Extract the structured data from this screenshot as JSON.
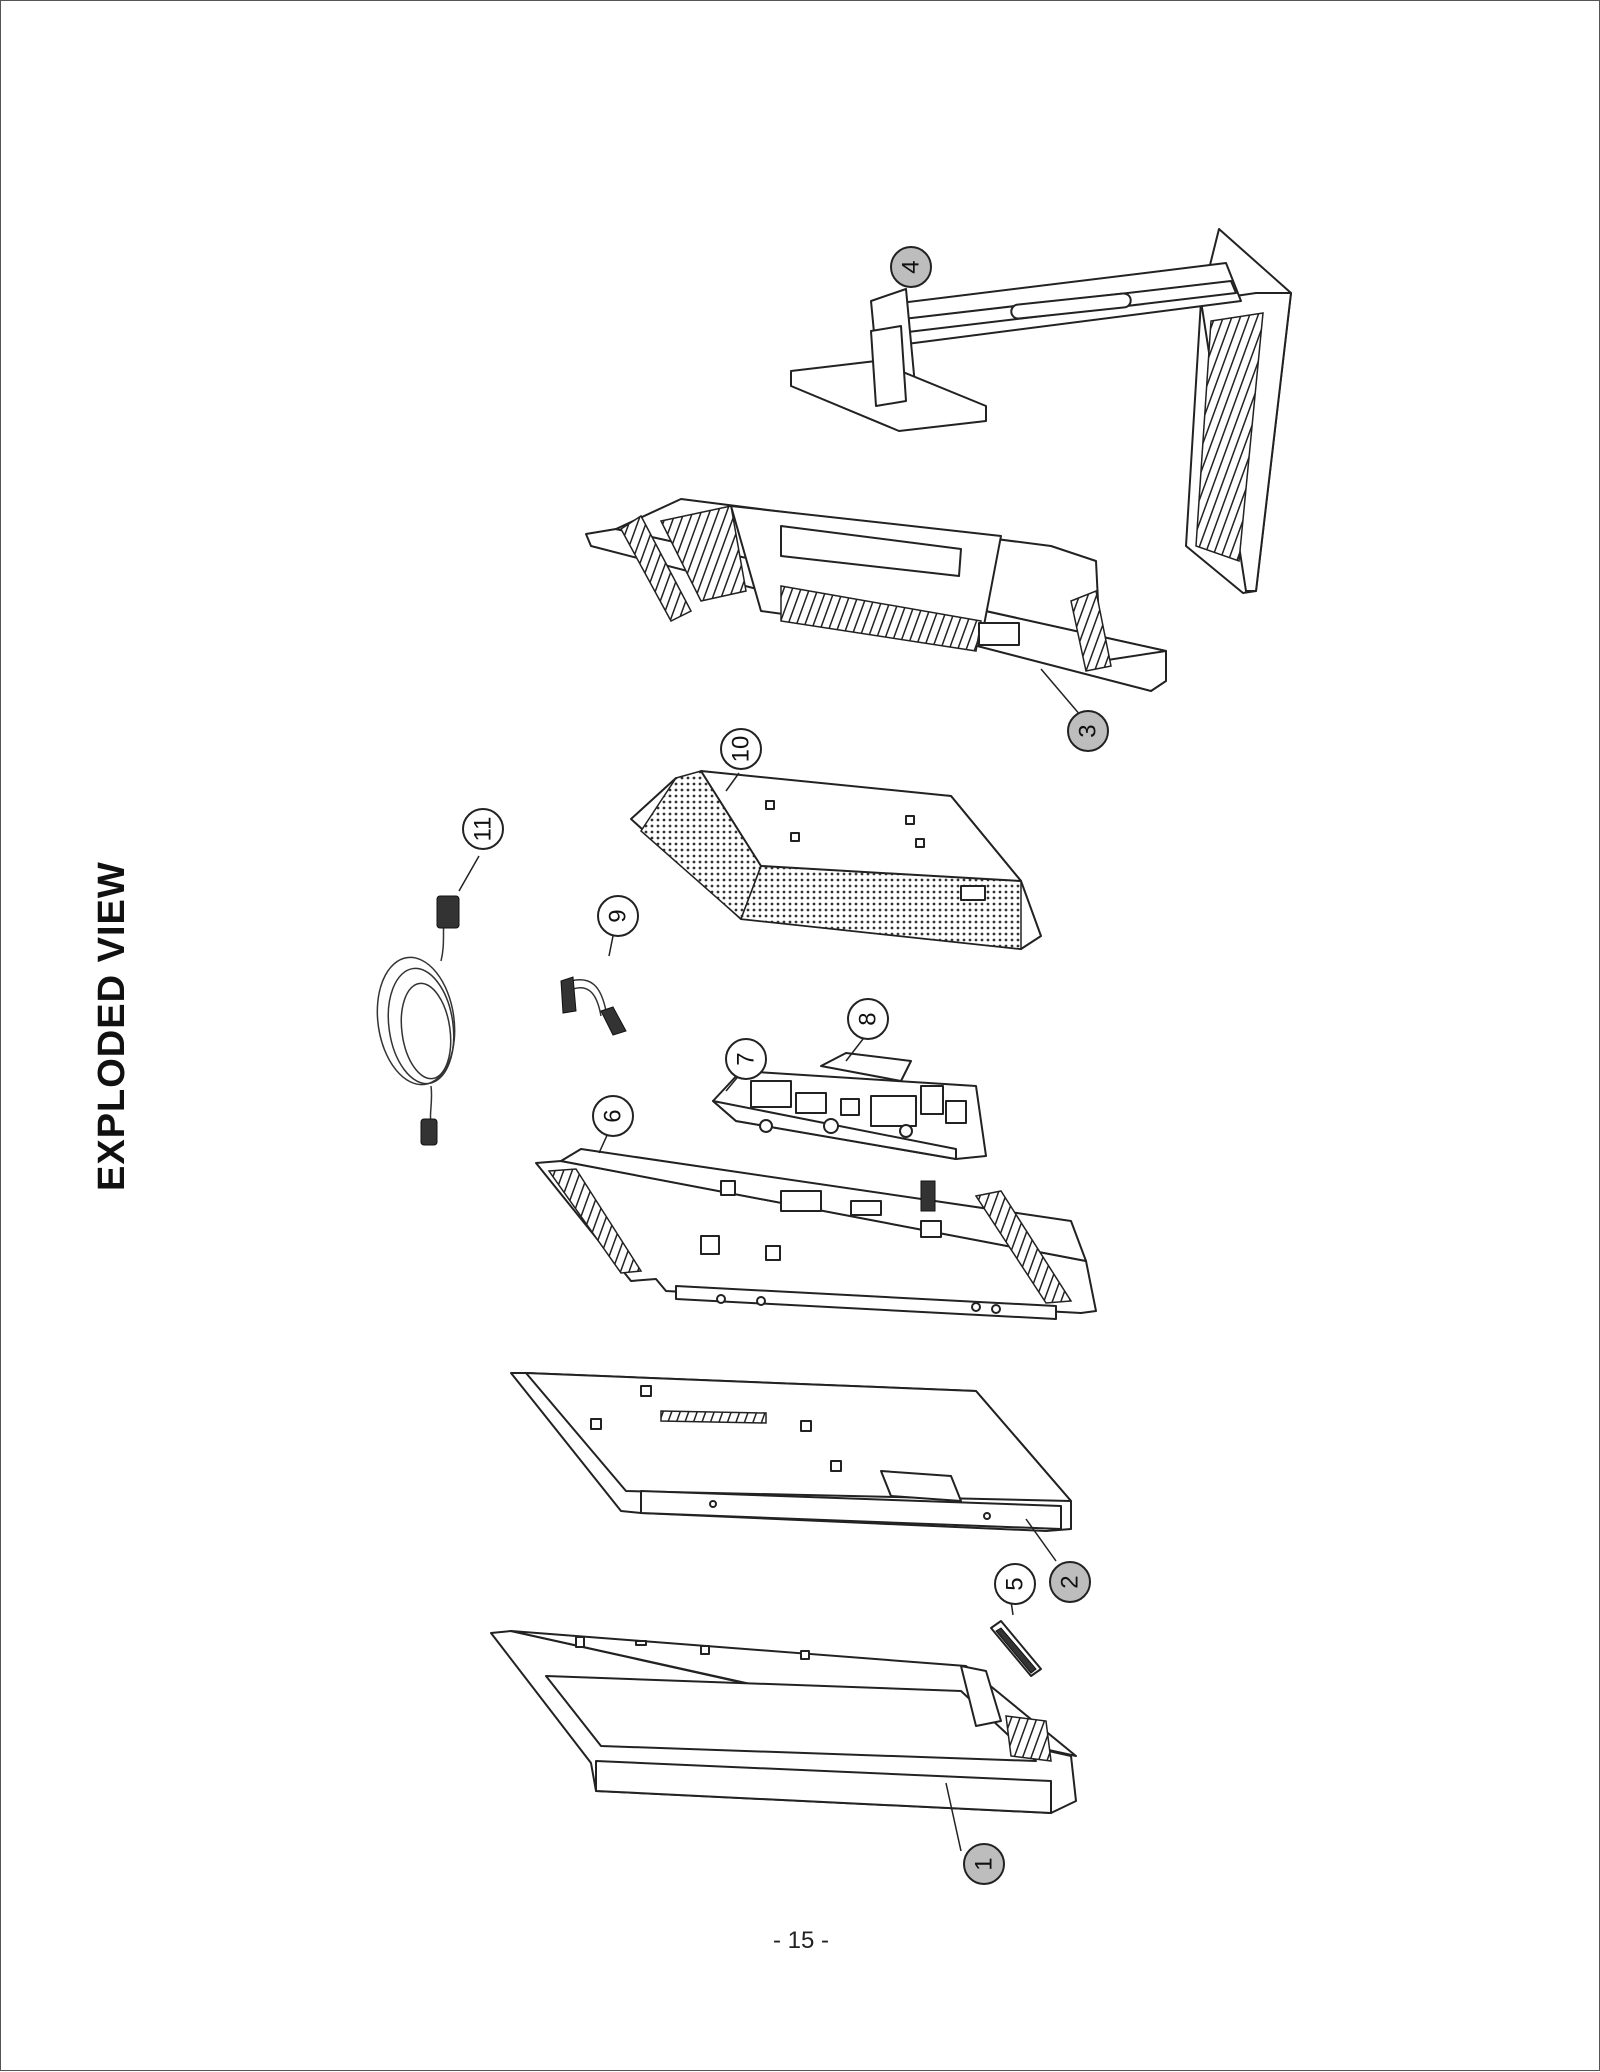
{
  "title": "EXPLODED VIEW",
  "page_number": "- 15 -",
  "callouts": [
    {
      "label": "1",
      "style": "shaded"
    },
    {
      "label": "2",
      "style": "shaded"
    },
    {
      "label": "3",
      "style": "shaded"
    },
    {
      "label": "4",
      "style": "shaded"
    },
    {
      "label": "5",
      "style": "outline"
    },
    {
      "label": "6",
      "style": "outline"
    },
    {
      "label": "7",
      "style": "outline"
    },
    {
      "label": "8",
      "style": "outline"
    },
    {
      "label": "9",
      "style": "outline"
    },
    {
      "label": "10",
      "style": "outline"
    },
    {
      "label": "11",
      "style": "outline"
    }
  ],
  "colors": {
    "line": "#222222",
    "shaded_fill": "#bdbdbd",
    "outline_fill": "#ffffff"
  }
}
